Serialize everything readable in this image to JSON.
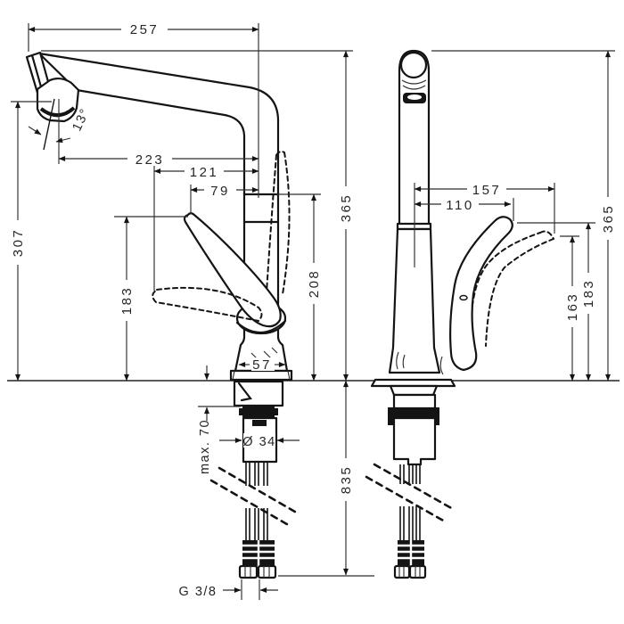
{
  "drawing": {
    "kind": "faucet installation dimension drawing",
    "views": {
      "front": {
        "overall_reach": "257",
        "spout_angle": "13°",
        "aerator_reach": "223",
        "handle_swing_reach": "121",
        "handle_reach": "79",
        "spout_outlet_height": "307",
        "handle_tip_height": "183",
        "overall_height": "365",
        "body_height": "208",
        "base_width": "57",
        "max_counter_thickness": "max. 70",
        "shank_diameter": "Ø 34",
        "hose_length": "835",
        "hose_thread": "G 3/8"
      },
      "side": {
        "handle_open_reach": "157",
        "handle_closed_reach": "110",
        "overall_height": "365",
        "handle_tip_height": "183",
        "handle_open_height": "163"
      }
    }
  }
}
